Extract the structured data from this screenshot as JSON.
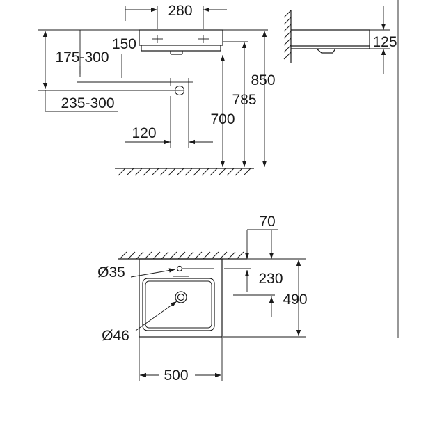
{
  "dimensions": {
    "front": {
      "d280": "280",
      "d150": "150",
      "d175_300": "175-300",
      "d235_300": "235-300",
      "d120": "120",
      "d700": "700",
      "d785": "785",
      "d850": "850"
    },
    "side": {
      "d125": "125"
    },
    "plan": {
      "d70": "70",
      "d35": "Ø35",
      "d230": "230",
      "d490": "490",
      "d46": "Ø46",
      "d500": "500"
    }
  }
}
